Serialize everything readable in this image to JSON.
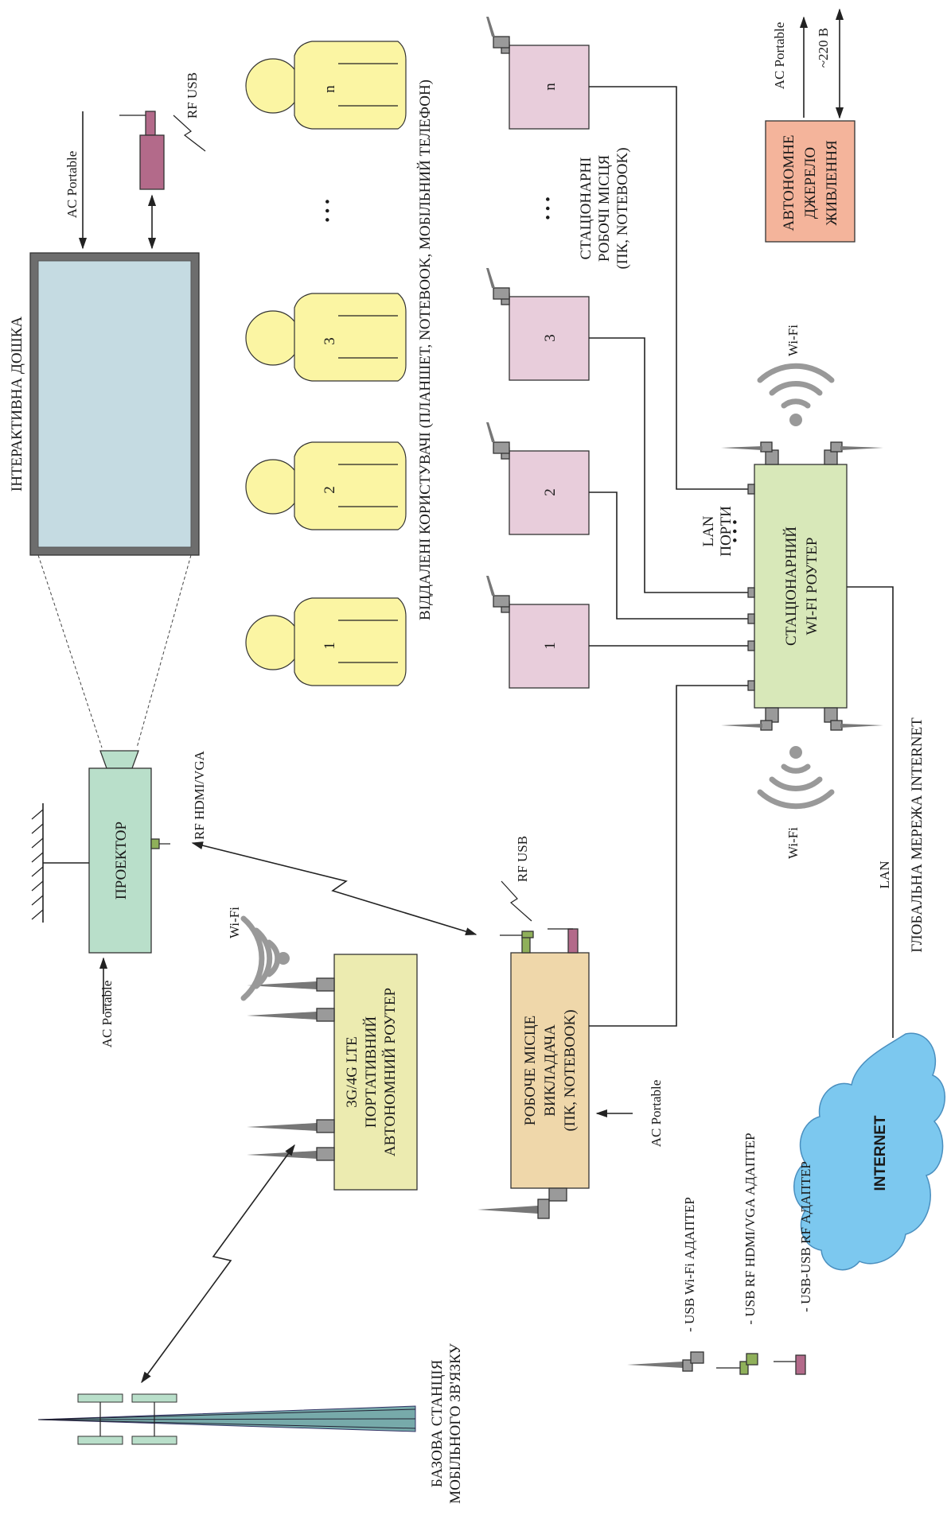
{
  "colors": {
    "board_frame": "#6d6d6d",
    "board_screen": "#c5dbe2",
    "projector": "#b9dfca",
    "portable_router": "#ecebb0",
    "teacher_workplace": "#efd7aa",
    "stationary_router": "#d8e8b9",
    "workstation": "#e8cddb",
    "user_figure": "#fbf5a3",
    "power_source": "#f4b49b",
    "internet_cloud": "#7cc8ef",
    "wifi_adapter": "#9a9a9a",
    "hdmi_adapter": "#8fb05a",
    "rf_adapter": "#b36a8a"
  },
  "labels": {
    "board_title": "ІНТЕРАКТИВНА ДОШКА",
    "ac_portable": "AC Portable",
    "rf_usb": "RF USB",
    "rf_hdmi_vga": "RF HDMI/VGA",
    "wifi": "Wi-Fi",
    "lan": "LAN",
    "projector": "ПРОЕКТОР",
    "portable_router": [
      "3G/4G LTE",
      "ПОРТАТИВНИЙ",
      "АВТОНОМНИЙ РОУТЕР"
    ],
    "teacher_workplace": [
      "РОБОЧЕ МІСЦЕ",
      "ВИКЛАДАЧА",
      "(ПК, NOTEBOOK)"
    ],
    "stationary_router": [
      "СТАЦІОНАРНИЙ",
      "WI-FI РОУТЕР"
    ],
    "lan_ports": [
      "LAN",
      "ПОРТИ"
    ],
    "remote_users": "ВІДДАЛЕНІ КОРИСТУВАЧІ (ПЛАНШЕТ, NOTEBOOK, МОБІЛЬНИЙ ТЕЛЕФОН)",
    "workstations": [
      "СТАЦІОНАРНІ",
      "РОБОЧІ МІСЦЯ",
      "(ПК, NOTEBOOK)"
    ],
    "power_source": [
      "АВТОНОМНЕ",
      "ДЖЕРЕЛО",
      "ЖИВЛЕННЯ"
    ],
    "voltage": "~220 В",
    "global_network": "ГЛОБАЛЬНА МЕРЕЖА INTERNET",
    "internet": "INTERNET",
    "base_station": [
      "БАЗОВА СТАНЦІЯ",
      "МОБІЛЬНОГО ЗВ'ЯЗКУ"
    ],
    "dots": "• • •"
  },
  "users": [
    "1",
    "2",
    "3",
    "n"
  ],
  "workstations": [
    "1",
    "2",
    "3",
    "n"
  ],
  "legend": [
    {
      "label": "- USB Wi-Fi АДАПТЕР",
      "icon": "wifi-adapter-icon"
    },
    {
      "label": "- USB RF HDMI/VGA АДАПТЕР",
      "icon": "hdmi-adapter-icon"
    },
    {
      "label": "- USB-USB RF АДАПТЕР",
      "icon": "rf-adapter-icon"
    }
  ]
}
